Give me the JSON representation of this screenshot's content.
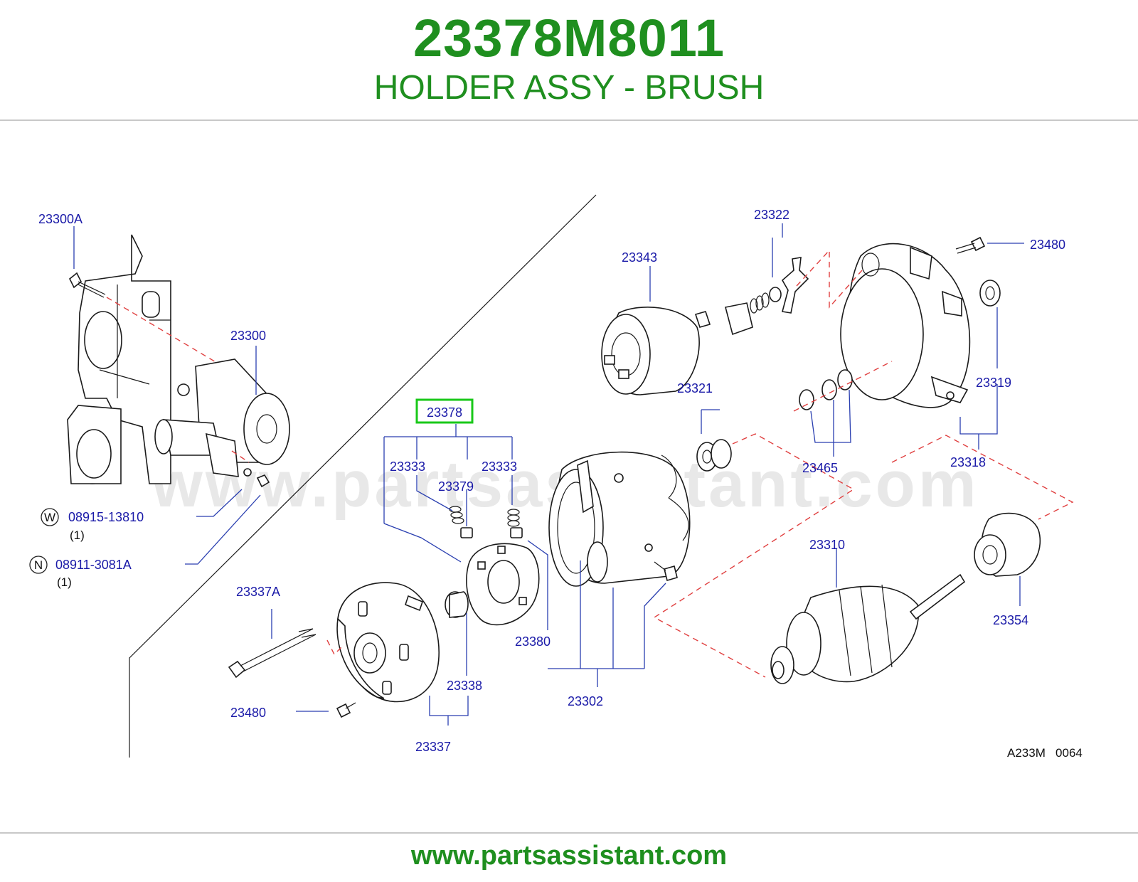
{
  "header": {
    "part_number": "23378M8011",
    "part_name": "HOLDER ASSY - BRUSH"
  },
  "footer": {
    "url": "www.partsassistant.com"
  },
  "diagram": {
    "watermark": "www.partsassistant.com",
    "code": "A233M   0064",
    "highlighted_label": "23378",
    "highlight_color": "#19c819",
    "labels": {
      "p23300A": "23300A",
      "p23300": "23300",
      "w_code": "W",
      "w_part": "08915-13810",
      "w_qty": "(1)",
      "n_code": "N",
      "n_part": "08911-3081A",
      "n_qty": "(1)",
      "p23337A": "23337A",
      "p23480a": "23480",
      "p23337": "23337",
      "p23338": "23338",
      "p23333a": "23333",
      "p23333b": "23333",
      "p23379": "23379",
      "p23380": "23380",
      "p23302": "23302",
      "p23343": "23343",
      "p23321": "23321",
      "p23322": "23322",
      "p23480b": "23480",
      "p23319": "23319",
      "p23465": "23465",
      "p23318": "23318",
      "p23310": "23310",
      "p23354": "23354"
    }
  }
}
